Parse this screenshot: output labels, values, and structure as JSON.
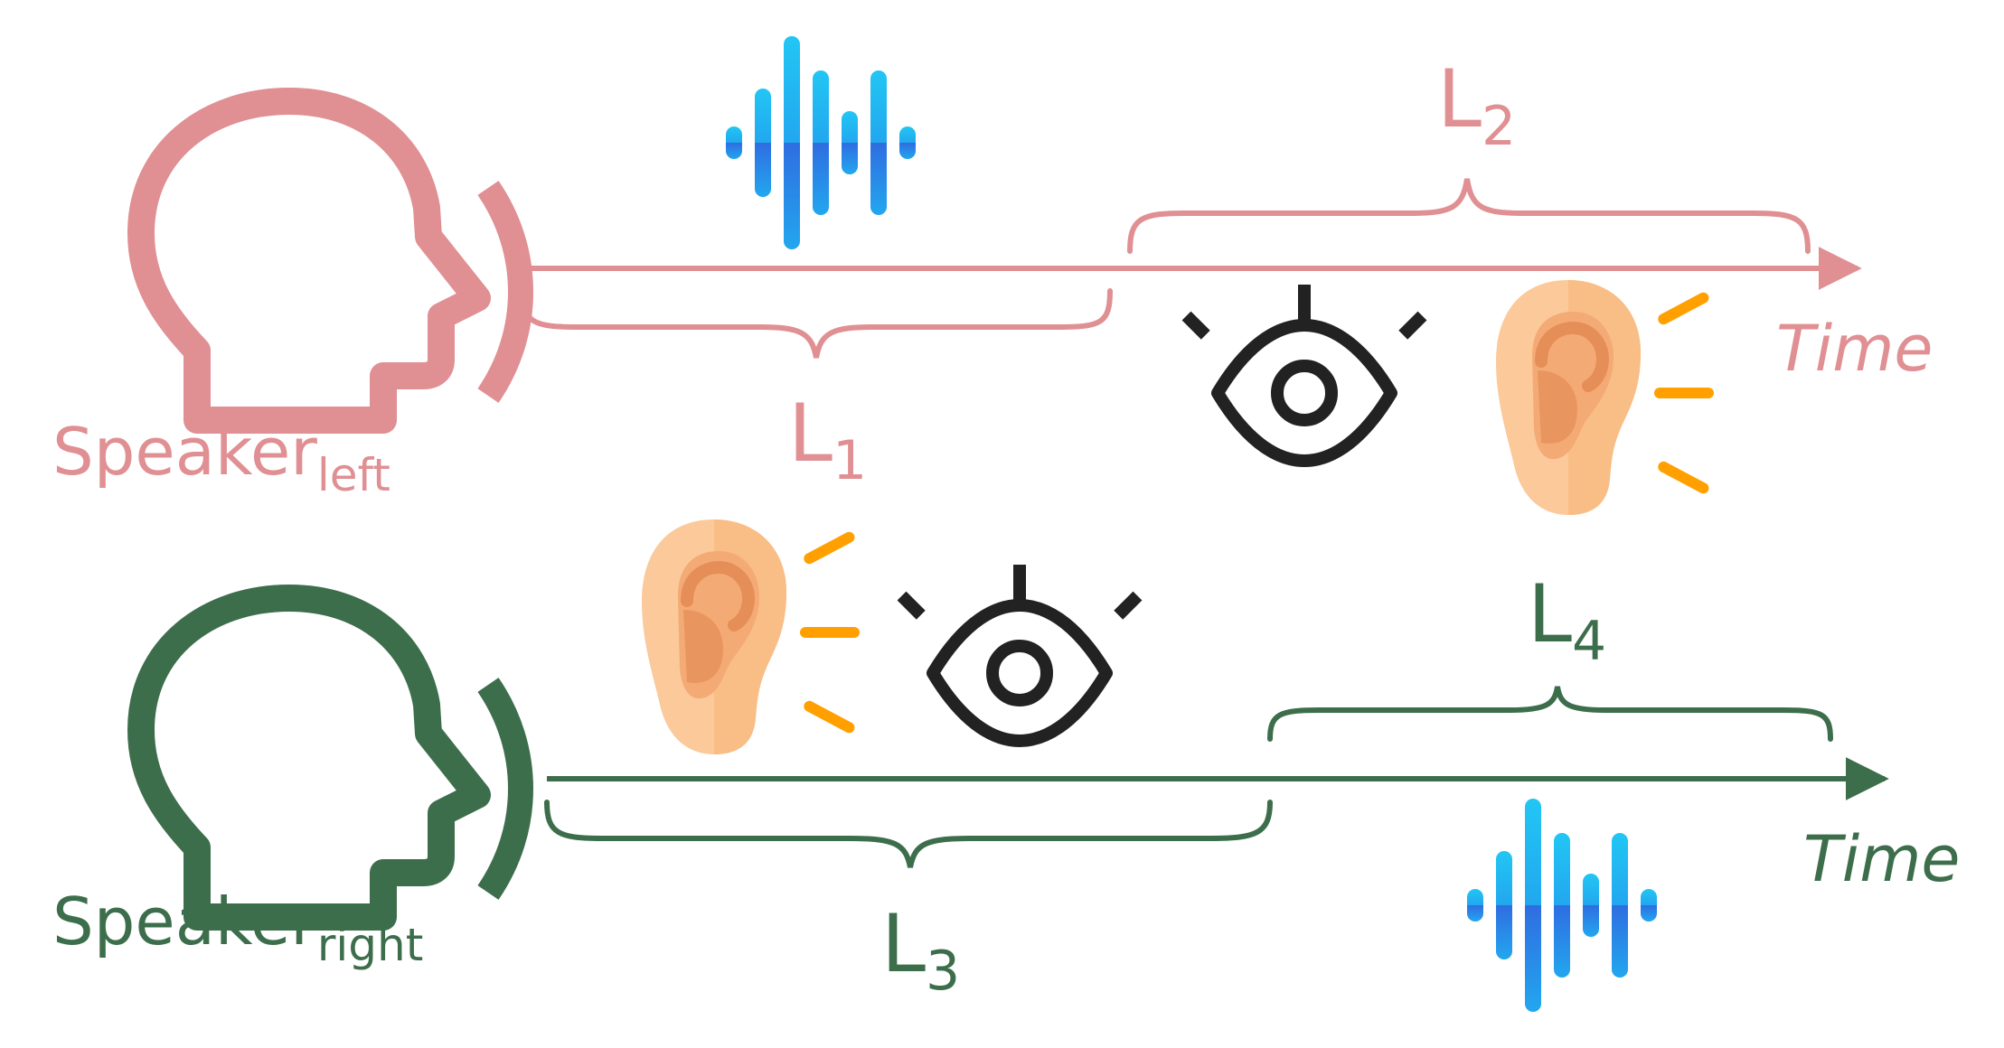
{
  "colors": {
    "left": "#e08f93",
    "right": "#3d6e4c",
    "wave_light": "#22c6f4",
    "wave_dark": "#2f6de1",
    "ear_light": "#fbc99a",
    "ear_mid": "#f4aa75",
    "ear_dark": "#e68e58",
    "ear_rays": "#ffa000",
    "eye": "#222222"
  },
  "speaker_left": {
    "name": "Speaker",
    "subscript": "left",
    "time_label": "Time",
    "l1": {
      "letter": "L",
      "sub": "1"
    },
    "l2": {
      "letter": "L",
      "sub": "2"
    }
  },
  "speaker_right": {
    "name": "Speaker",
    "subscript": "right",
    "time_label": "Time",
    "l3": {
      "letter": "L",
      "sub": "3"
    },
    "l4": {
      "letter": "L",
      "sub": "4"
    }
  }
}
